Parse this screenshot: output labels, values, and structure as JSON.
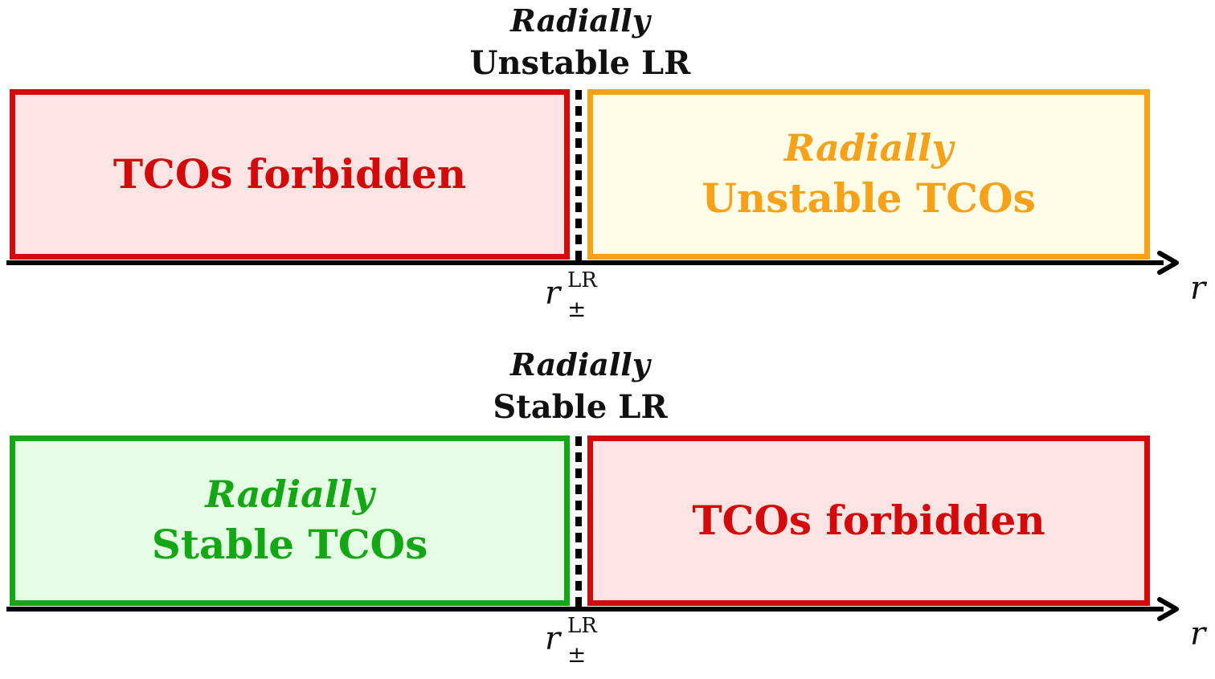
{
  "top": {
    "lr_title": {
      "italic": "Radially",
      "plain": "Unstable LR"
    },
    "left_box": {
      "line1": "TCOs forbidden"
    },
    "right_box": {
      "italic": "Radially",
      "plain": "Unstable TCOs"
    },
    "axis_label": "r",
    "lr_marker": {
      "base": "r",
      "sup": "LR",
      "sub": "±"
    }
  },
  "bottom": {
    "lr_title": {
      "italic": "Radially",
      "plain": "Stable LR"
    },
    "left_box": {
      "italic": "Radially",
      "plain": "Stable TCOs"
    },
    "right_box": {
      "line1": "TCOs forbidden"
    },
    "axis_label": "r",
    "lr_marker": {
      "base": "r",
      "sup": "LR",
      "sub": "±"
    }
  },
  "colors": {
    "forbidden": "#d40a0a",
    "unstable": "#f5a11a",
    "stable": "#13a813"
  }
}
